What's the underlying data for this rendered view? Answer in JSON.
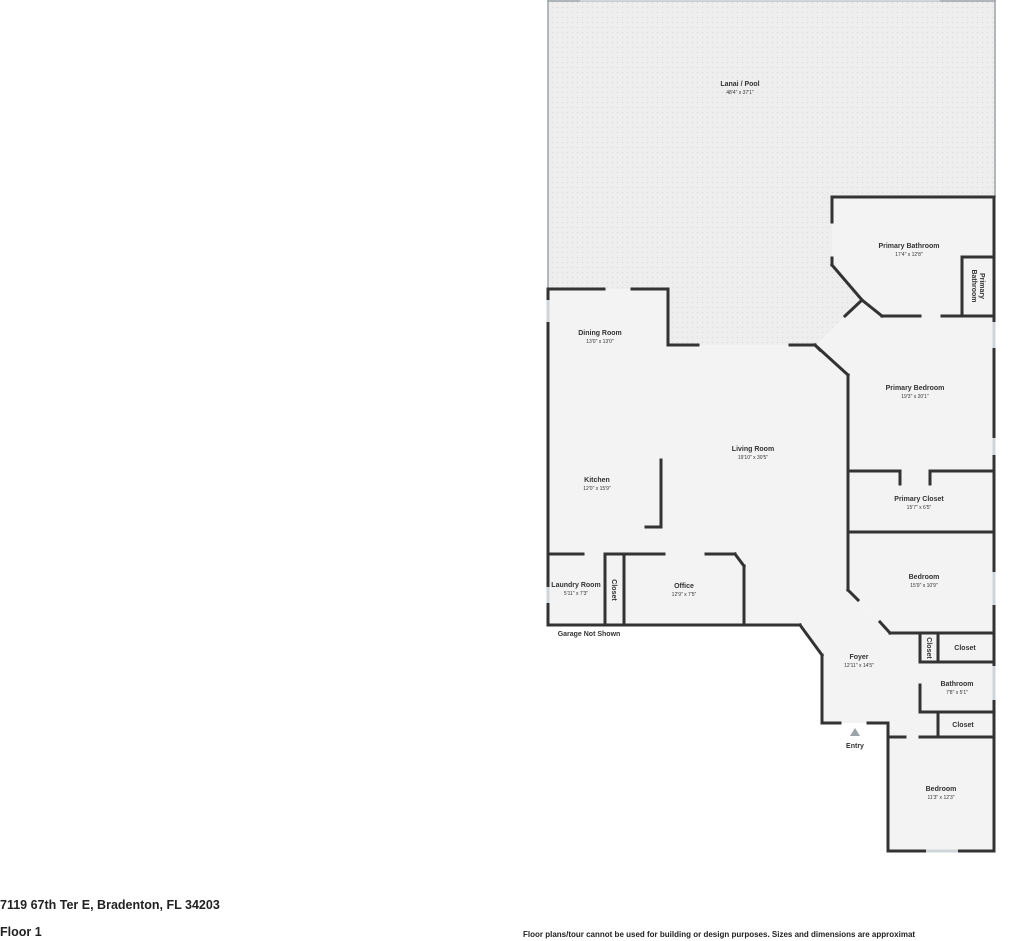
{
  "listing": {
    "address": "7119 67th Ter E, Bradenton, FL 34203",
    "floor": "Floor 1",
    "disclaimer": "Floor plans/tour cannot be used for building or design purposes. Sizes and dimensions are approximat"
  },
  "rooms": {
    "lanai_pool": {
      "name": "Lanai / Pool",
      "dims": "48'4\" x 37'1\""
    },
    "primary_bathroom": {
      "name": "Primary Bathroom",
      "dims": "17'4\" x 12'8\""
    },
    "primary_bathroom_small": {
      "name": "Primary Bathroom",
      "line1": "Primary",
      "line2": "Bathroom"
    },
    "dining_room": {
      "name": "Dining Room",
      "dims": "13'0\" x 13'0\""
    },
    "primary_bedroom": {
      "name": "Primary Bedroom",
      "dims": "19'3\" x 20'1\""
    },
    "living_room": {
      "name": "Living Room",
      "dims": "19'10\" x 30'5\""
    },
    "kitchen": {
      "name": "Kitchen",
      "dims": "12'0\" x 15'9\""
    },
    "primary_closet": {
      "name": "Primary Closet",
      "dims": "15'7\" x 6'5\""
    },
    "laundry_room": {
      "name": "Laundry Room",
      "dims": "5'11\" x 7'3\""
    },
    "laundry_closet": {
      "name": "Closet"
    },
    "office": {
      "name": "Office",
      "dims": "12'9\" x 7'5\""
    },
    "bedroom_2": {
      "name": "Bedroom",
      "dims": "15'9\" x 10'9\""
    },
    "foyer": {
      "name": "Foyer",
      "dims": "12'11\" x 14'5\""
    },
    "hall_closet_vertical": {
      "name": "Closet"
    },
    "closet_upper": {
      "name": "Closet"
    },
    "bathroom": {
      "name": "Bathroom",
      "dims": "7'8\" x 5'1\""
    },
    "closet_lower": {
      "name": "Closet"
    },
    "bedroom_3": {
      "name": "Bedroom",
      "dims": "11'3\" x 12'3\""
    }
  },
  "annotations": {
    "garage": "Garage Not Shown",
    "entry": "Entry"
  },
  "colors": {
    "wall": "#333333",
    "floor": "#f3f3f3",
    "lanai": "#eeeeee",
    "window": "#cfd6da"
  }
}
